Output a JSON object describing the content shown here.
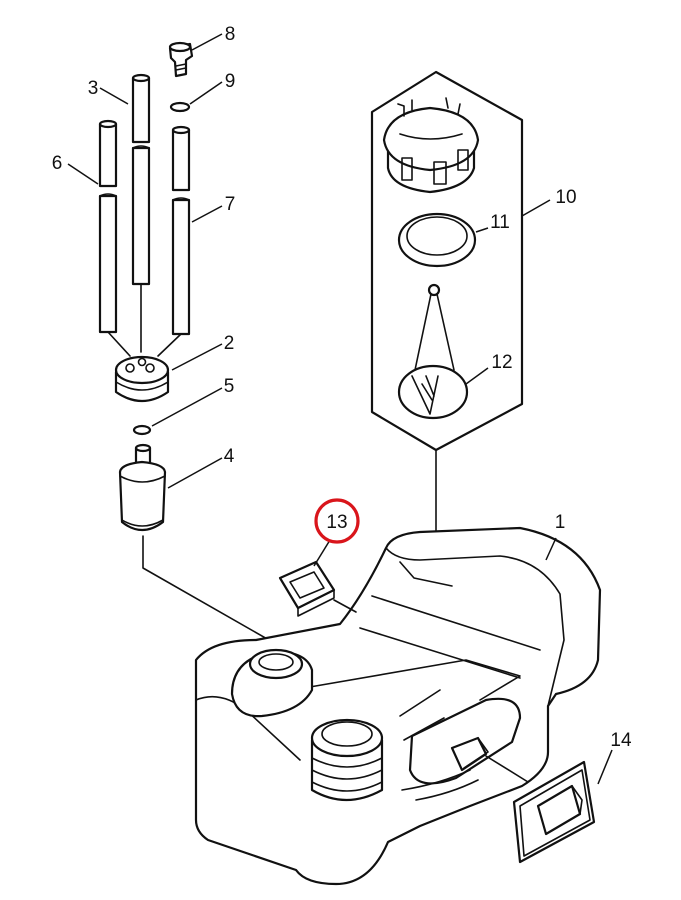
{
  "callouts": {
    "c1": "1",
    "c2": "2",
    "c3": "3",
    "c4": "4",
    "c5": "5",
    "c6": "6",
    "c7": "7",
    "c8": "8",
    "c9": "9",
    "c10": "10",
    "c11": "11",
    "c12": "12",
    "c13": "13",
    "c14": "14"
  },
  "highlighted_callout": "13",
  "colors": {
    "line": "#111111",
    "highlight": "#d9151b",
    "background": "#ffffff"
  }
}
